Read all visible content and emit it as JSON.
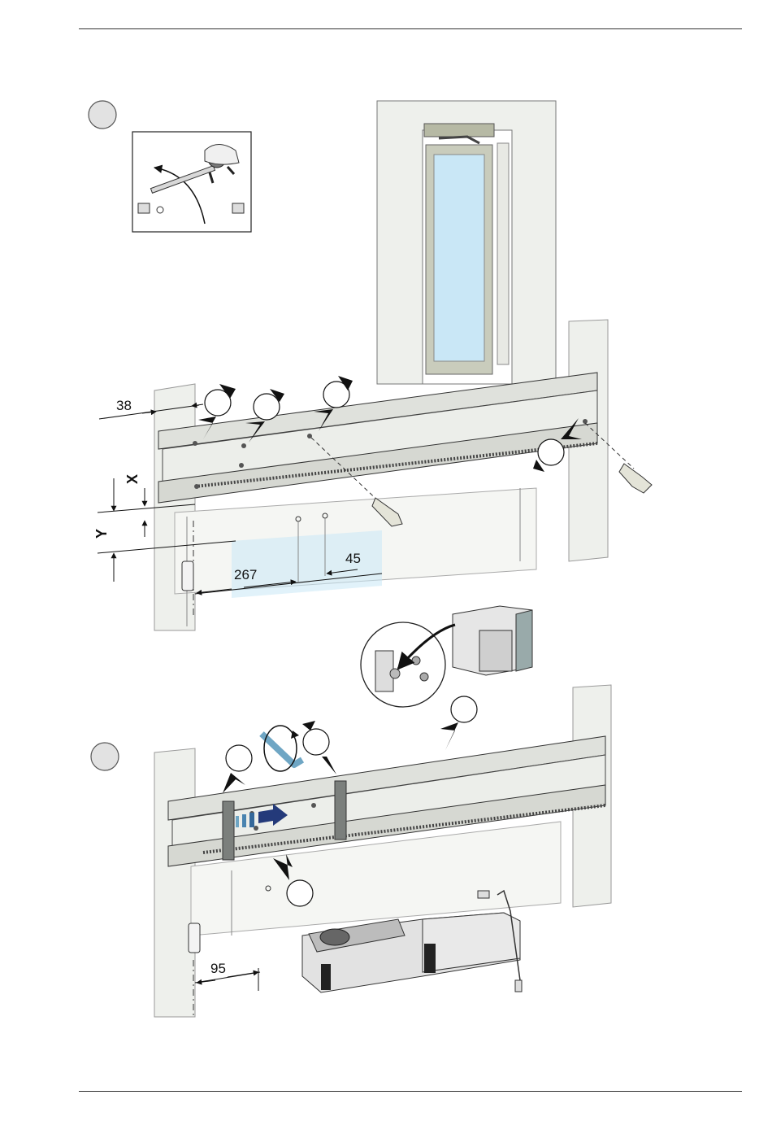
{
  "dimensions": {
    "d38": "38",
    "x": "X",
    "y": "Y",
    "d267": "267",
    "d45": "45",
    "d95": "95"
  },
  "colors": {
    "rail": "#e4e6e2",
    "wall": "#eef0ec",
    "door_frame": "#c9ccbc",
    "glass": "#c9e7f6",
    "step_marker": "#e2e2e2",
    "arrow": "#1a1a1a",
    "slide_arrow": "#243a7a",
    "wrench": "#6fa6c4"
  }
}
